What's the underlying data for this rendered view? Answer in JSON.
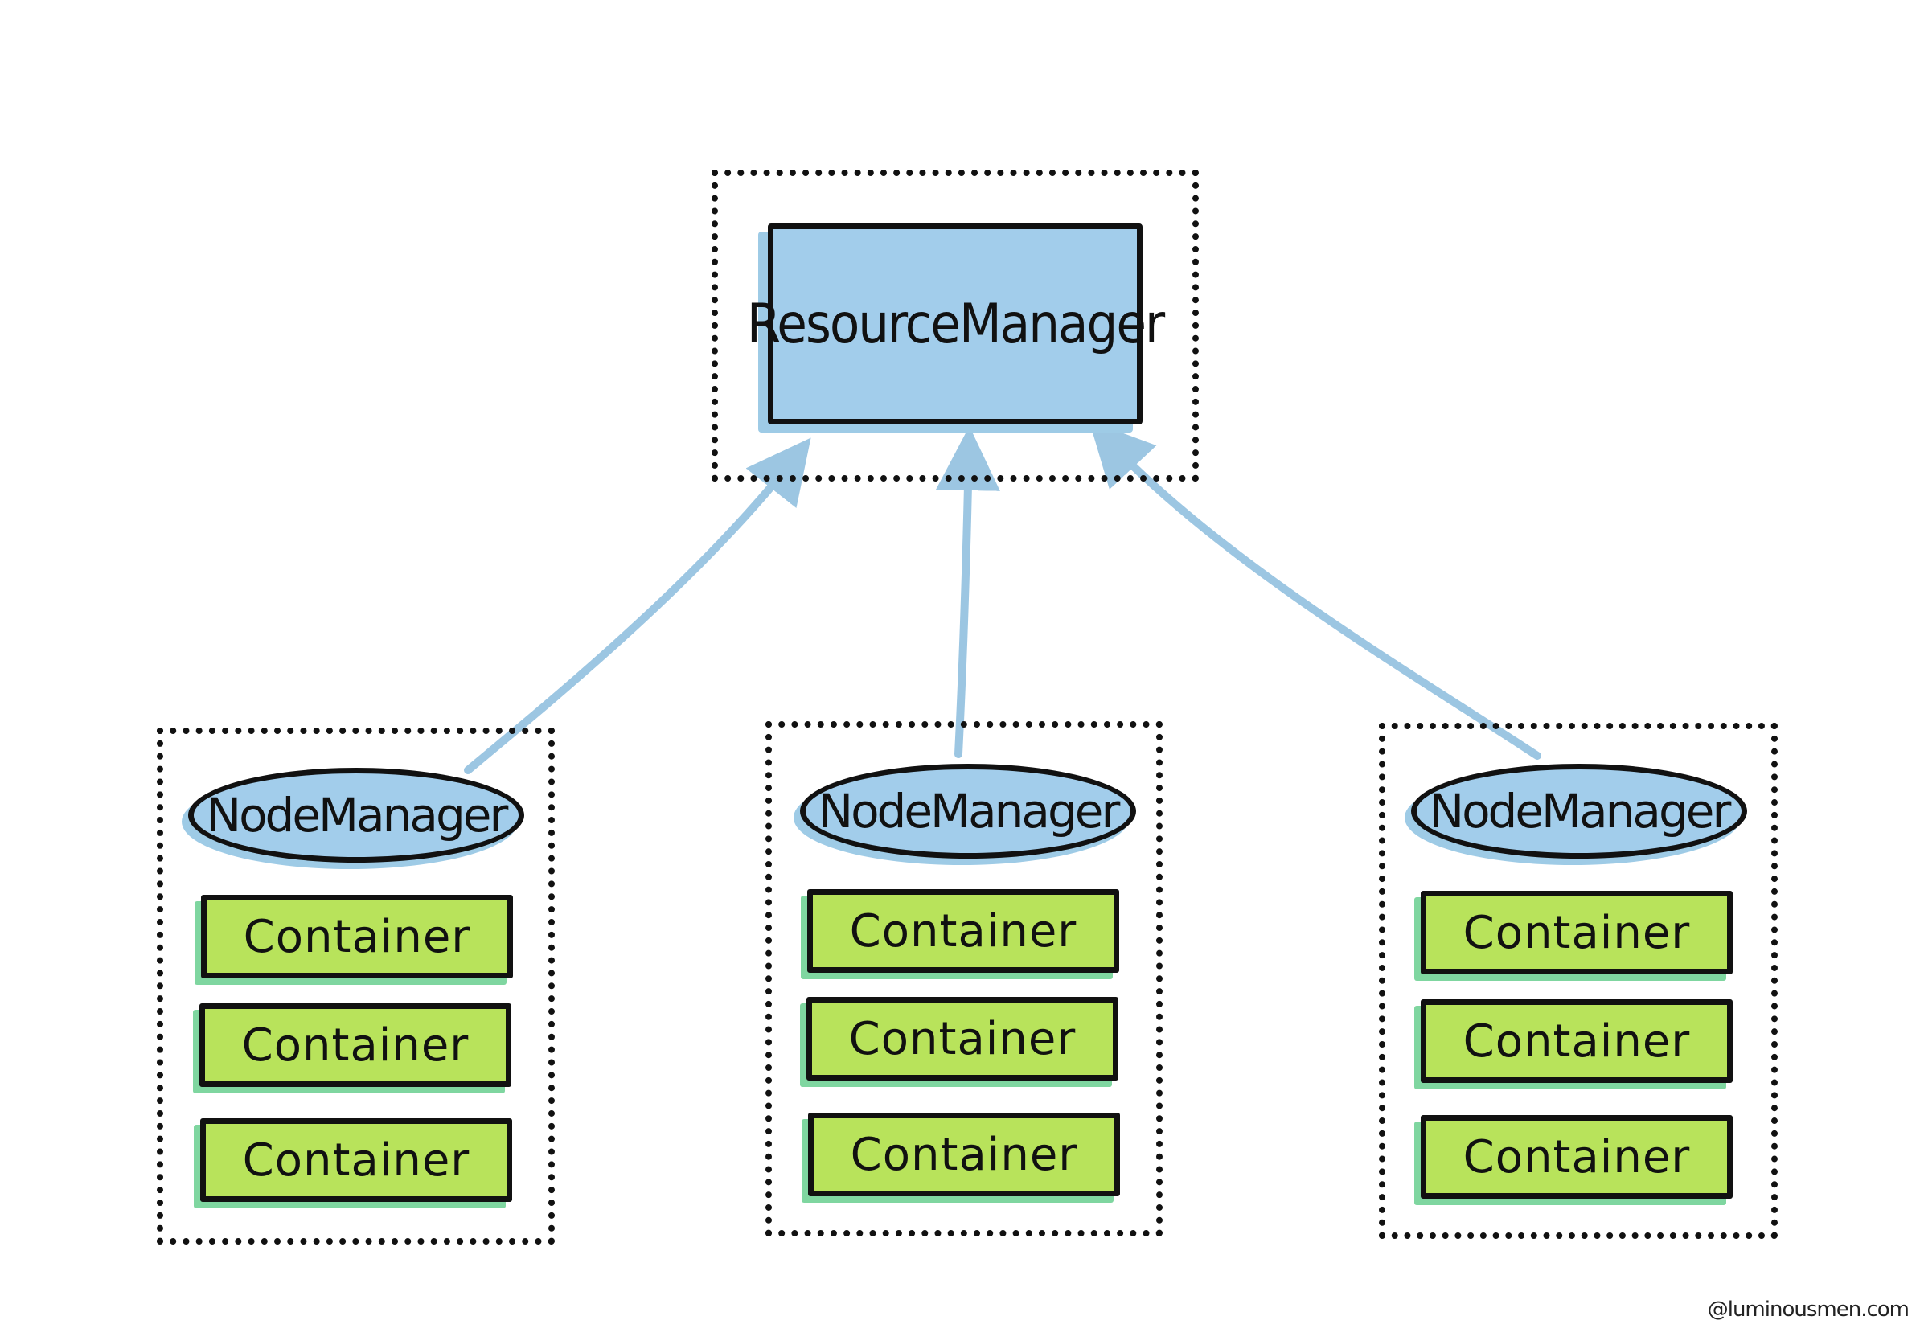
{
  "colors": {
    "resource_manager_fill": "#a2cdeb",
    "node_manager_fill": "#a2cdeb",
    "container_fill": "#b8e35b",
    "arrow": "#9cc6e2",
    "outline": "#111111"
  },
  "resource_manager": {
    "label": "ResourceManager"
  },
  "nodes": [
    {
      "node_manager_label": "NodeManager",
      "containers": [
        "Container",
        "Container",
        "Container"
      ]
    },
    {
      "node_manager_label": "NodeManager",
      "containers": [
        "Container",
        "Container",
        "Container"
      ]
    },
    {
      "node_manager_label": "NodeManager",
      "containers": [
        "Container",
        "Container",
        "Container"
      ]
    }
  ],
  "edges": [
    {
      "from": "nodes.0",
      "to": "resource_manager"
    },
    {
      "from": "nodes.1",
      "to": "resource_manager"
    },
    {
      "from": "nodes.2",
      "to": "resource_manager"
    }
  ],
  "watermark": "@luminousmen.com"
}
